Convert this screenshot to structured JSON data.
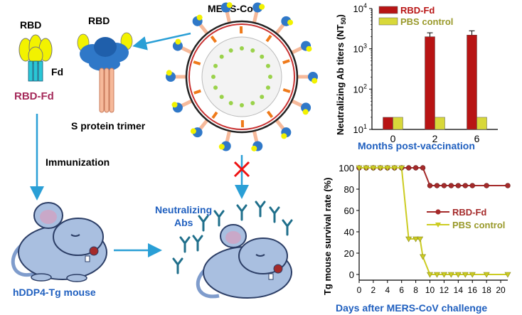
{
  "figure": {
    "rbd_left": "RBD",
    "fd": "Fd",
    "rbd_fd": "RBD-Fd",
    "rbd_top": "RBD",
    "s_protein": "S protein trimer",
    "mers": "MERS-CoV",
    "immunization": "Immunization",
    "neutralizing_line1": "Neutralizing",
    "neutralizing_line2": "Abs",
    "mouse_label": "hDDP4-Tg mouse"
  },
  "colors": {
    "rbd_fd": "#a52a2a",
    "pbs": "#cccc33",
    "blue_text": "#1f5fbf",
    "arrow": "#2a9fd6",
    "mouse_body": "#a9bfe0",
    "rbd_blue": "#2f78c8",
    "yellow": "#f2f200",
    "cyan_fd": "#2ac7d6",
    "cross": "#e11"
  },
  "chart_data": [
    {
      "type": "bar",
      "ylabel": "Neutralizing Ab titers (NT",
      "ylabel_sub": "50",
      "ylabel_close": ")",
      "xlabel": "Months post-vaccination",
      "categories": [
        "0",
        "2",
        "6"
      ],
      "yscale": "log",
      "ylim": [
        10,
        10000
      ],
      "yticks": [
        {
          "base": "10",
          "exp": "1",
          "value": 10
        },
        {
          "base": "10",
          "exp": "2",
          "value": 100
        },
        {
          "base": "10",
          "exp": "3",
          "value": 1000
        },
        {
          "base": "10",
          "exp": "4",
          "value": 10000
        }
      ],
      "legend_position": "top-left",
      "series": [
        {
          "name": "RBD-Fd",
          "color": "#b81414",
          "values": [
            20,
            2000,
            2200
          ],
          "errors": [
            0,
            500,
            600
          ]
        },
        {
          "name": "PBS control",
          "color": "#d8d83a",
          "values": [
            20,
            20,
            20
          ],
          "errors": [
            0,
            0,
            0
          ]
        }
      ]
    },
    {
      "type": "line",
      "ylabel": "Tg mouse survival rate (%)",
      "xlabel": "Days after MERS-CoV challenge",
      "xticks": [
        "0",
        "2",
        "4",
        "6",
        "8",
        "10",
        "12",
        "14",
        "16",
        "18",
        "20"
      ],
      "ylim": [
        0,
        100
      ],
      "xlim": [
        0,
        21
      ],
      "yticks": [
        "0",
        "20",
        "40",
        "60",
        "80",
        "100"
      ],
      "legend_position": "center-right",
      "series": [
        {
          "name": "RBD-Fd",
          "color": "#a52a2a",
          "marker": "circle",
          "x": [
            0,
            1,
            2,
            3,
            4,
            5,
            6,
            7,
            8,
            9,
            10,
            11,
            12,
            13,
            14,
            15,
            16,
            18,
            21
          ],
          "y": [
            100,
            100,
            100,
            100,
            100,
            100,
            100,
            100,
            100,
            100,
            83.3,
            83.3,
            83.3,
            83.3,
            83.3,
            83.3,
            83.3,
            83.3,
            83.3
          ]
        },
        {
          "name": "PBS control",
          "color": "#cccc22",
          "marker": "triangle",
          "x": [
            0,
            1,
            2,
            3,
            4,
            5,
            6,
            7,
            8,
            8.6,
            9,
            10,
            11,
            12,
            13,
            14,
            15,
            16,
            18,
            21
          ],
          "y": [
            100,
            100,
            100,
            100,
            100,
            100,
            100,
            33.3,
            33.3,
            33.3,
            16.7,
            0,
            0,
            0,
            0,
            0,
            0,
            0,
            0,
            0
          ]
        }
      ]
    }
  ]
}
